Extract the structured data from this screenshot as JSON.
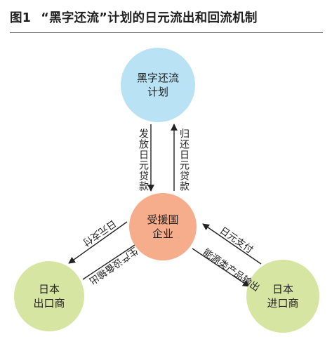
{
  "title": {
    "fig_label": "图1",
    "text": "“黑字还流”计划的日元流出和回流机制"
  },
  "nodes": {
    "top": {
      "line1": "黑字还流",
      "line2": "计划"
    },
    "center": {
      "line1": "受援国",
      "line2": "企业"
    },
    "left": {
      "line1": "日本",
      "line2": "出口商"
    },
    "right": {
      "line1": "日本",
      "line2": "进口商"
    }
  },
  "edges": {
    "issue_loans": "发放日元贷款",
    "return_loans": "归还日元贷款",
    "pay_left": "日元支付",
    "equipment_export": "生产设备输出",
    "pay_right": "日元支付",
    "energy_export": "能源类产品输出"
  },
  "colors": {
    "top_node": "#b9e2f4",
    "center_node": "#f6ad8c",
    "bottom_nodes": "#d6e6a2",
    "arrow": "#222222"
  }
}
